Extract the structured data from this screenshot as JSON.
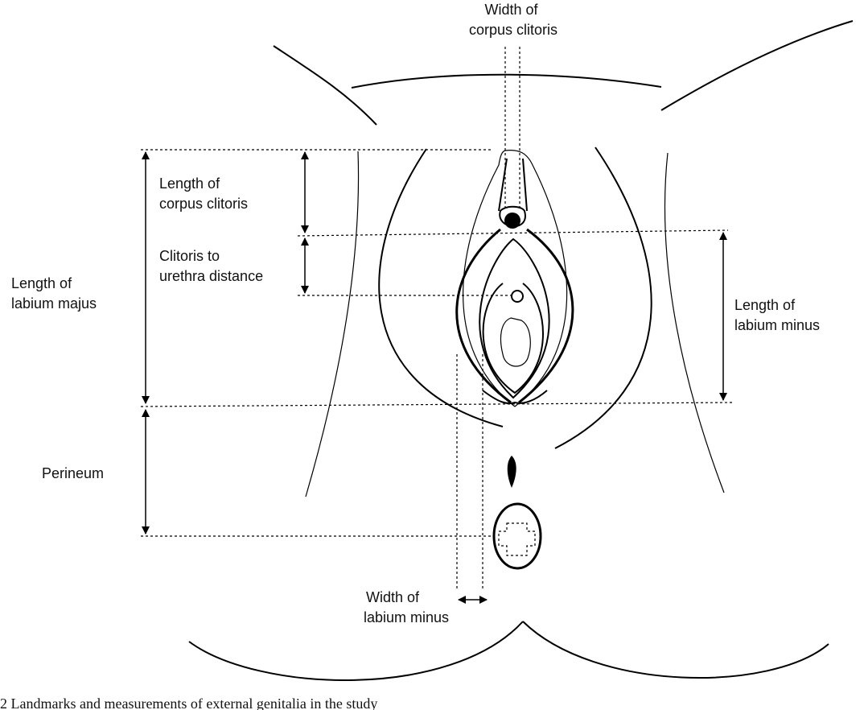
{
  "labels": {
    "width_corpus_clitoris": [
      "Width of",
      "corpus clitoris"
    ],
    "length_corpus_clitoris": [
      "Length of",
      "corpus clitoris"
    ],
    "clitoris_urethra": [
      "Clitoris to",
      "urethra distance"
    ],
    "length_labium_majus": [
      "Length of",
      "labium majus"
    ],
    "length_labium_minus": [
      "Length of",
      "labium minus"
    ],
    "perineum": [
      "Perineum"
    ],
    "width_labium_minus": [
      "Width of",
      "labium minus"
    ]
  },
  "caption": "2   Landmarks and measurements of external genitalia in the study"
}
